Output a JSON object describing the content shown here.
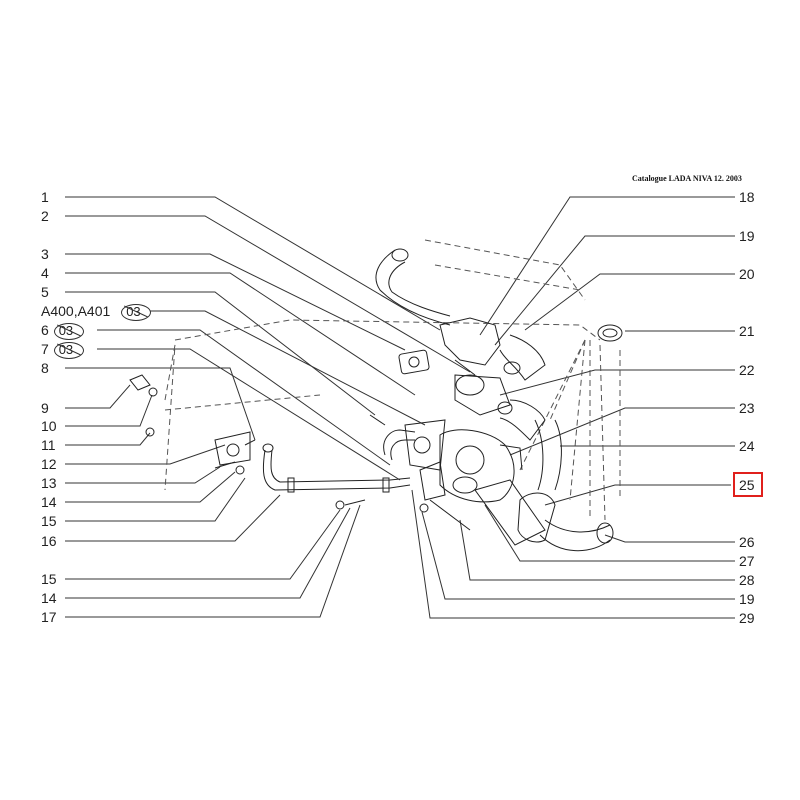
{
  "header": "Catalogue LADA NIVA 12. 2003",
  "left_labels": [
    "1",
    "2",
    "3",
    "4",
    "5",
    "A400,A401",
    "6",
    "7",
    "8",
    "9",
    "10",
    "11",
    "12",
    "13",
    "14",
    "15",
    "16",
    "15",
    "14",
    "17"
  ],
  "circled_code": "03",
  "right_labels": [
    "18",
    "19",
    "20",
    "21",
    "22",
    "23",
    "24",
    "25",
    "26",
    "27",
    "28",
    "19",
    "29"
  ],
  "highlighted_label": "25",
  "highlight_color": "#e0201c"
}
